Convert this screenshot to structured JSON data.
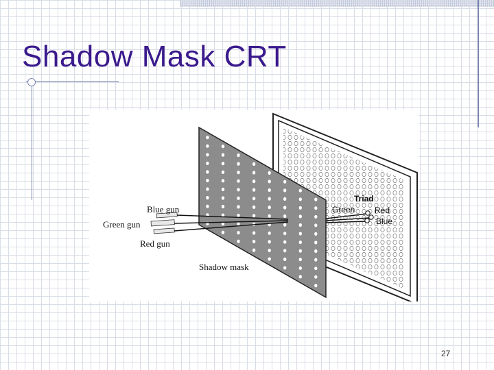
{
  "slide": {
    "title": "Shadow Mask CRT",
    "page_number": "27"
  },
  "diagram": {
    "labels": {
      "blue_gun": "Blue gun",
      "green_gun": "Green gun",
      "red_gun": "Red gun",
      "shadow_mask": "Shadow mask",
      "triad": "Triad",
      "green": "Green",
      "red": "Red",
      "blue": "Blue"
    }
  }
}
